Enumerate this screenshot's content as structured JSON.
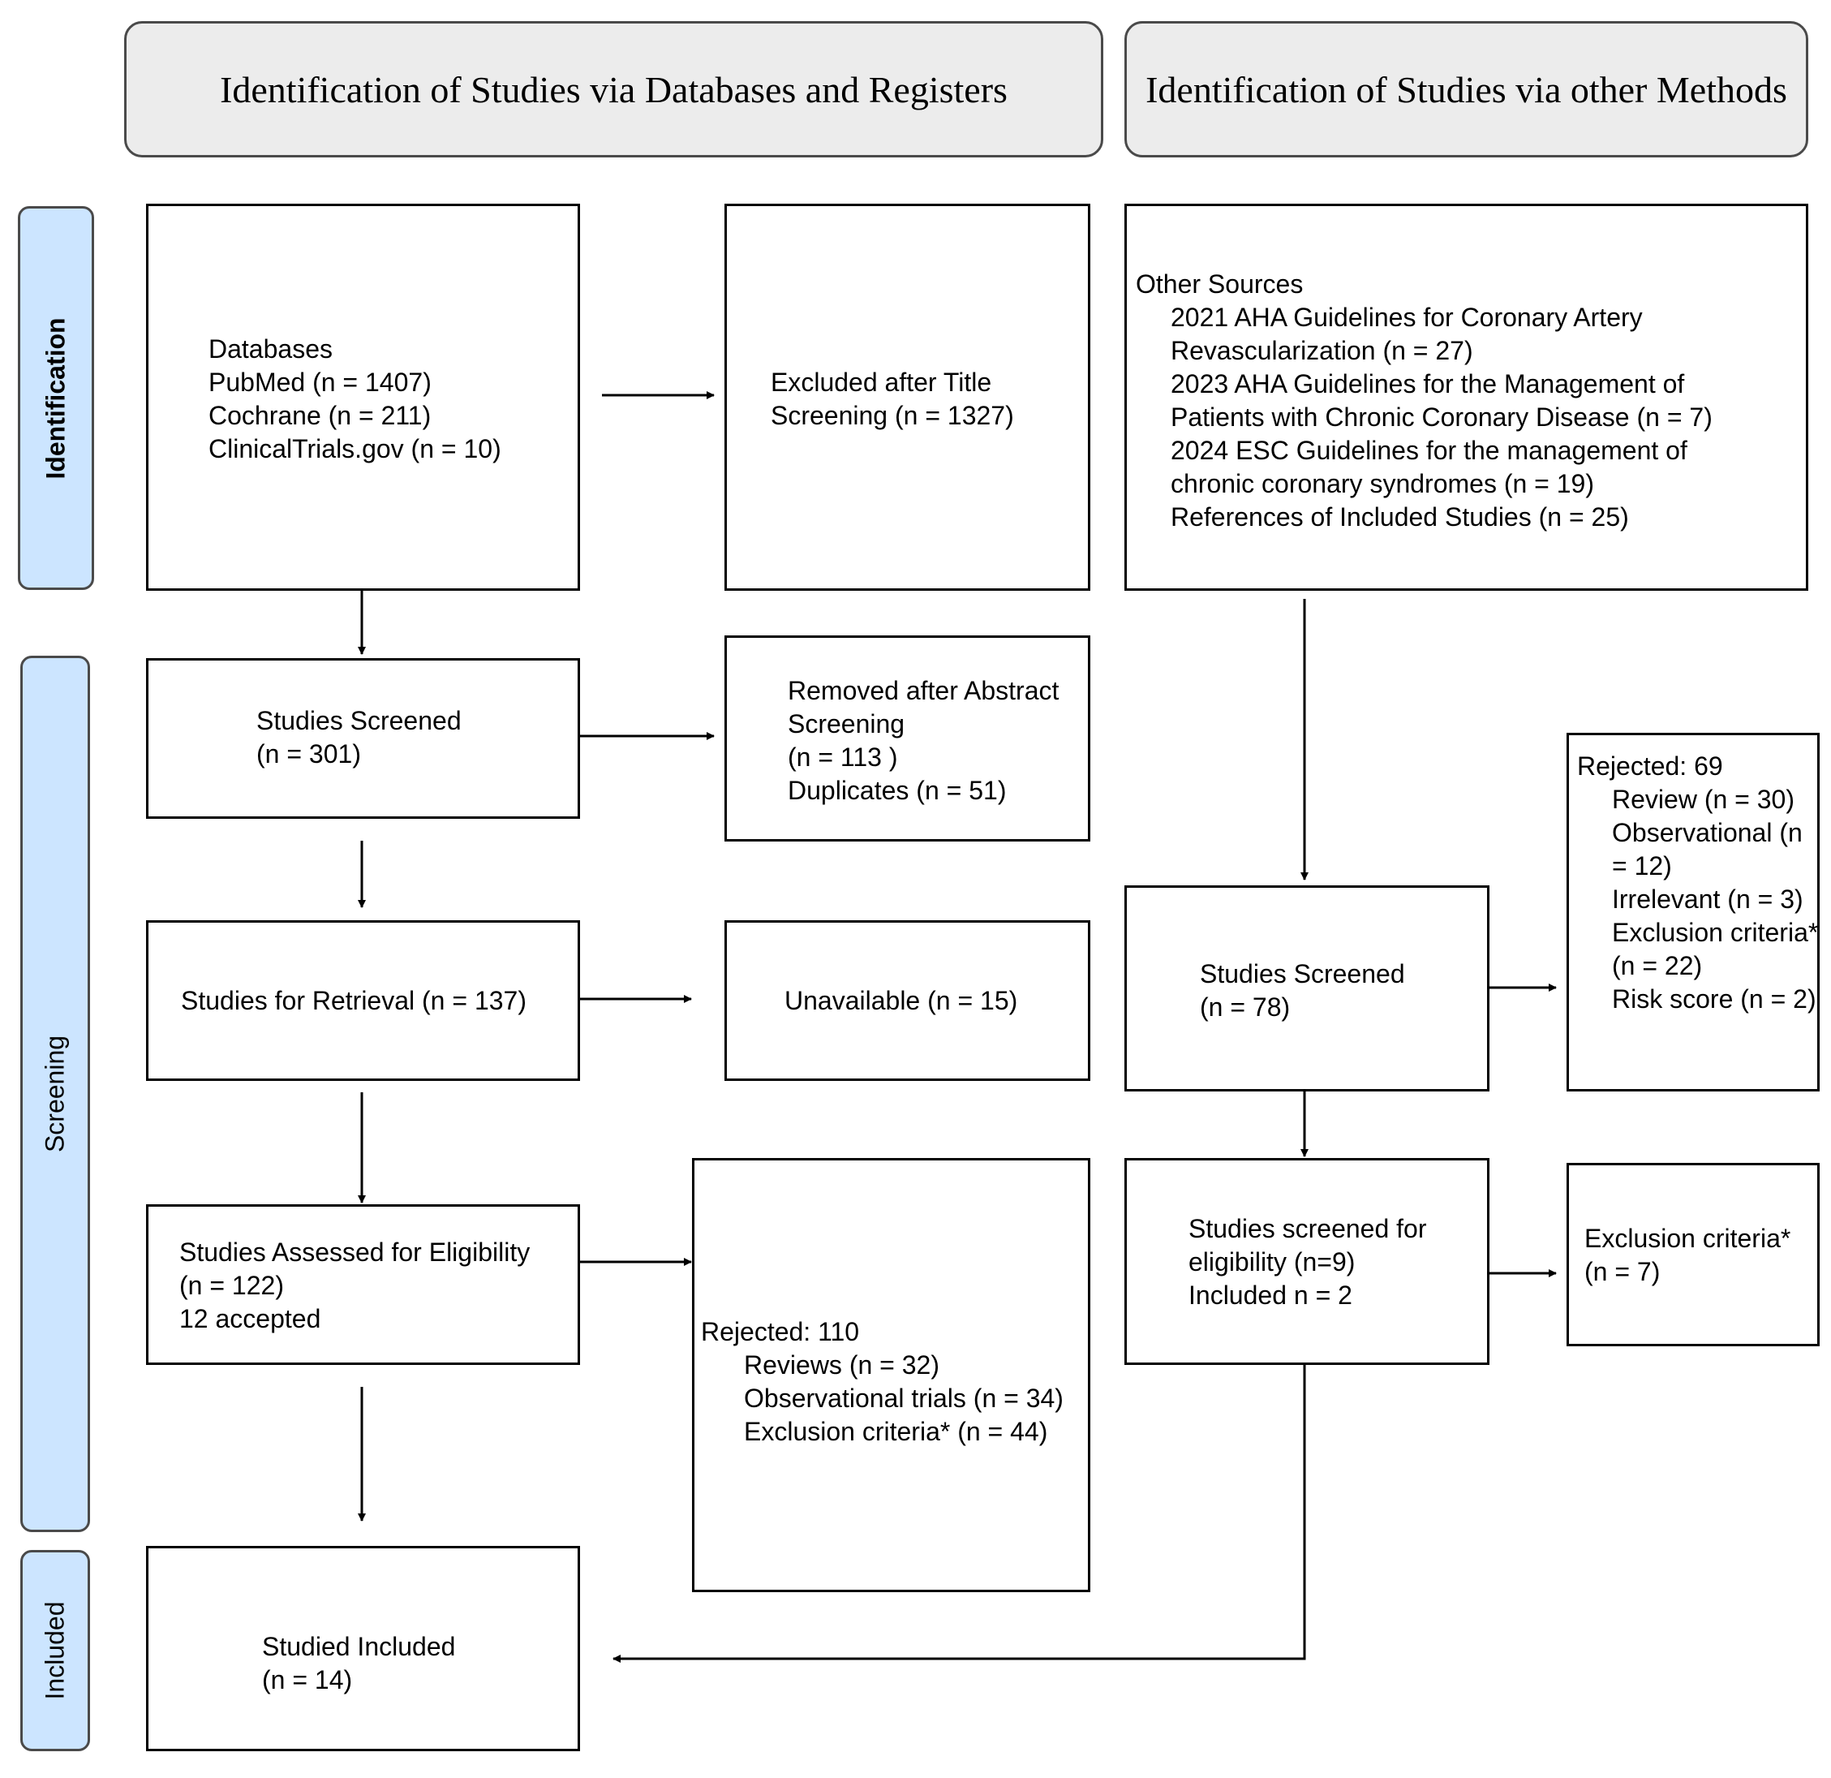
{
  "headers": {
    "databases": "Identification of Studies via Databases and Registers",
    "other": "Identification of Studies via other Methods"
  },
  "phases": {
    "identification": "Identification",
    "screening": "Screening",
    "included": "Included"
  },
  "databases": {
    "heading": "Databases",
    "pubmed": "PubMed (n = 1407)",
    "cochrane": "Cochrane (n = 211)",
    "clinicaltrials": "ClinicalTrials.gov (n = 10)"
  },
  "excluded_title": {
    "line1": "Excluded after Title",
    "line2": "Screening (n = 1327)"
  },
  "other_sources": {
    "heading": "Other Sources",
    "items": [
      {
        "line1": "2021 AHA Guidelines for Coronary Artery",
        "line2": "Revascularization (n = 27)"
      },
      {
        "line1": "2023 AHA Guidelines for the Management of",
        "line2": "Patients with Chronic Coronary Disease (n = 7)"
      },
      {
        "line1": "2024 ESC Guidelines for the management of",
        "line2": "chronic coronary syndromes (n = 19)"
      },
      {
        "line1": "References of Included Studies (n = 25)"
      }
    ]
  },
  "studies_screened": {
    "line1": "Studies Screened",
    "line2": "(n = 301)"
  },
  "removed_abstract": {
    "line1": "Removed after Abstract",
    "line2": "Screening",
    "line3": "(n = 113 )",
    "line4": "Duplicates (n = 51)"
  },
  "retrieval": {
    "label": "Studies for Retrieval (n = 137)"
  },
  "unavailable": {
    "label": "Unavailable (n = 15)"
  },
  "eligibility": {
    "line1": "Studies Assessed for Eligibility",
    "line2": "(n = 122)",
    "line3": "12 accepted"
  },
  "rejected_db": {
    "heading": "Rejected: 110",
    "items": [
      "Reviews (n = 32)",
      "Observational trials (n = 34)",
      "Exclusion criteria* (n = 44)"
    ]
  },
  "included": {
    "line1": "Studied Included",
    "line2": "(n = 14)"
  },
  "other_screened": {
    "line1": "Studies Screened",
    "line2": "(n = 78)"
  },
  "rejected_other": {
    "heading": "Rejected: 69",
    "items": [
      "Review (n = 30)",
      "Observational (n = 12)",
      "Irrelevant (n = 3)",
      "Exclusion criteria* (n = 22)",
      "Risk score (n = 2)"
    ]
  },
  "other_eligibility": {
    "line1": "Studies screened for",
    "line2": "eligibility (n=9)",
    "line3": "Included n = 2"
  },
  "exclusion_other": {
    "line1": "Exclusion criteria*",
    "line2": "(n = 7)"
  }
}
